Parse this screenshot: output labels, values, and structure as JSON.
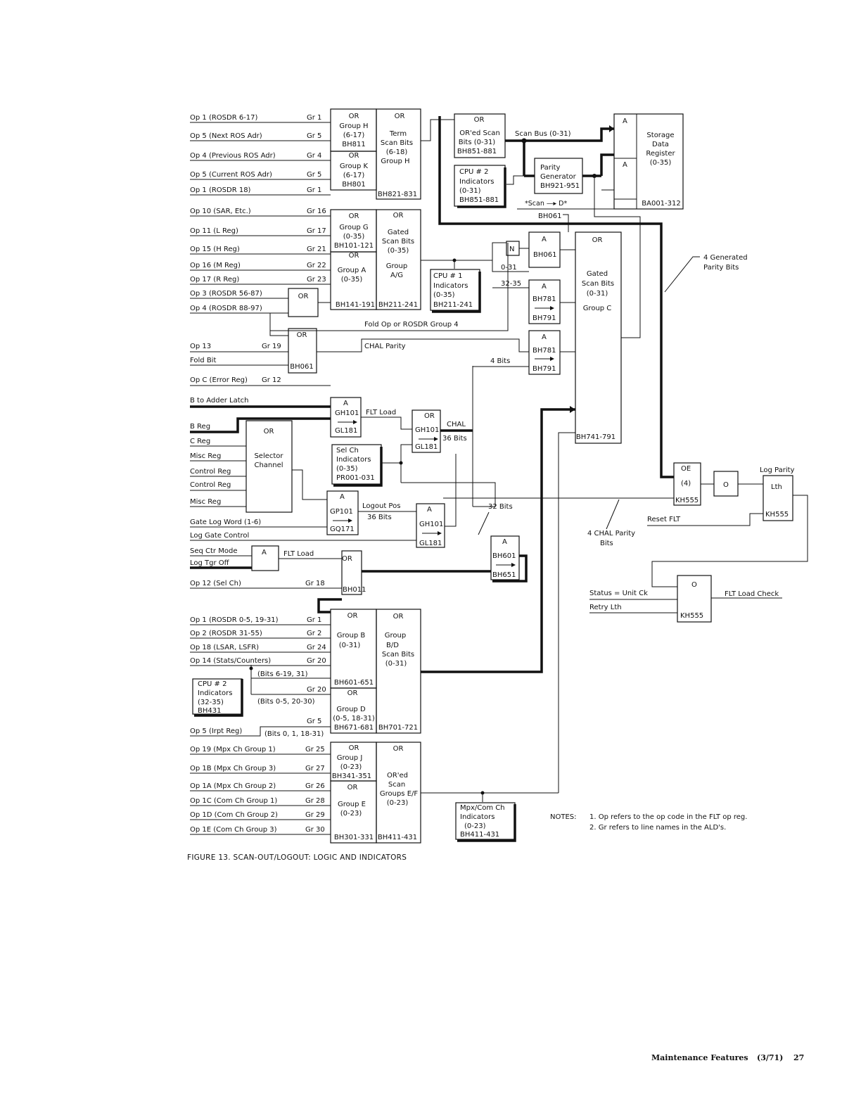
{
  "figure_caption": "FIGURE 13.  SCAN-OUT/LOGOUT:  LOGIC AND INDICATORS",
  "footer": {
    "section": "Maintenance Features",
    "date": "(3/71)",
    "page": "27"
  },
  "notes": {
    "heading": "NOTES:",
    "items": [
      "1.  Op refers to the op code in the FLT op reg.",
      "2.  Gr refers to line names in the ALD's."
    ]
  },
  "inputs_group1": [
    {
      "op": "Op 1 (ROSDR 6-17)",
      "gr": "Gr 1"
    },
    {
      "op": "Op 5 (Next ROS Adr)",
      "gr": "Gr 5"
    },
    {
      "op": "Op 4 (Previous ROS Adr)",
      "gr": "Gr 4"
    },
    {
      "op": "Op 5 (Current ROS Adr)",
      "gr": "Gr 5"
    },
    {
      "op": "Op 1 (ROSDR 18)",
      "gr": "Gr 1"
    }
  ],
  "inputs_group2": [
    {
      "op": "Op 10 (SAR, Etc.)",
      "gr": "Gr 16"
    },
    {
      "op": "Op 11 (L Reg)",
      "gr": "Gr 17"
    },
    {
      "op": "Op 15 (H Reg)",
      "gr": "Gr 21"
    },
    {
      "op": "Op 16 (M Reg)",
      "gr": "Gr 22"
    },
    {
      "op": "Op 17 (R Reg)",
      "gr": "Gr 23"
    },
    {
      "op": "Op 3 (ROSDR 56-87)",
      "gr": ""
    },
    {
      "op": "Op 4 (ROSDR 88-97)",
      "gr": ""
    }
  ],
  "inputs_group3": [
    {
      "op": "Op 13",
      "gr": "Gr 19"
    },
    {
      "op": "Fold Bit",
      "gr": ""
    },
    {
      "op": "Op C (Error Reg)",
      "gr": "Gr 12"
    }
  ],
  "inputs_group4": [
    "B to Adder Latch",
    "B Reg",
    "C Reg",
    "Misc Reg",
    "Control Reg",
    "Control Reg",
    "Misc Reg",
    "Gate Log Word (1-6)",
    "Log Gate Control",
    "Seq Ctr Mode",
    "Log Tgr Off"
  ],
  "op12": {
    "op": "Op 12 (Sel Ch)",
    "gr": "Gr 18"
  },
  "inputs_group5": [
    {
      "op": "Op 1 (ROSDR 0-5, 19-31)",
      "gr": "Gr 1"
    },
    {
      "op": "Op 2 (ROSDR 31-55)",
      "gr": "Gr 2"
    },
    {
      "op": "Op 18 (LSAR, LSFR)",
      "gr": "Gr 24"
    },
    {
      "op": "Op 14 (Stats/Counters)",
      "gr": "Gr 20"
    }
  ],
  "bits_labels": {
    "b1": "(Bits 6-19, 31)",
    "b2": "(Bits 0-5, 20-30)",
    "b3": "(Bits 0, 1, 18-31)",
    "gr20": "Gr 20",
    "gr5": "Gr 5"
  },
  "op5_irpt": "Op 5 (Irpt Reg)",
  "inputs_group6": [
    {
      "op": "Op 19 (Mpx Ch Group 1)",
      "gr": "Gr 25"
    },
    {
      "op": "Op 1B (Mpx Ch Group 3)",
      "gr": "Gr 27"
    },
    {
      "op": "Op 1A (Mpx Ch Group 2)",
      "gr": "Gr 26"
    },
    {
      "op": "Op 1C (Com Ch Group 1)",
      "gr": "Gr 28"
    },
    {
      "op": "Op 1D (Com Ch Group 2)",
      "gr": "Gr 29"
    },
    {
      "op": "Op 1E (Com Ch Group 3)",
      "gr": "Gr 30"
    }
  ],
  "blocks": {
    "groupH": [
      "OR",
      "Group H",
      "(6-17)",
      "BH811"
    ],
    "groupK": [
      "OR",
      "Group K",
      "(6-17)",
      "BH801"
    ],
    "termScan": [
      "OR",
      "Term",
      "Scan Bits",
      "(6-18)",
      "Group H",
      "BH821-831"
    ],
    "orScan": [
      "OR",
      "OR'ed Scan",
      "Bits (0-31)",
      "BH851-881"
    ],
    "scanBus": "Scan Bus (0-31)",
    "cpu2": [
      "CPU # 2",
      "Indicators",
      "(0-31)",
      "BH851-881"
    ],
    "parity": [
      "Parity",
      "Generator",
      "BH921-951"
    ],
    "sdr": [
      "Storage",
      "Data",
      "Register",
      "(0-35)",
      "BA001-312"
    ],
    "and_label": "A",
    "scanD": "*Scan —▸ D*",
    "bh061top": "BH061",
    "groupG": [
      "OR",
      "Group G",
      "(0-35)",
      "BH101-121"
    ],
    "groupA": [
      "OR",
      "Group A",
      "(0-35)",
      "BH141-191"
    ],
    "gatedAG": [
      "OR",
      "Gated",
      "Scan Bits",
      "(0-35)",
      "Group",
      "A/G",
      "BH211-241"
    ],
    "cpu1": [
      "CPU # 1",
      "Indicators",
      "(0-35)",
      "BH211-241"
    ],
    "nbox": "N",
    "a061": [
      "A",
      "BH061"
    ],
    "r031": "0-31",
    "r3235": "32-35",
    "a781_1": [
      "A",
      "BH781",
      "BH791"
    ],
    "gatedC": [
      "OR",
      "Gated",
      "Scan Bits",
      "(0-31)",
      "Group C",
      "BH741-791"
    ],
    "gen4": [
      "4 Generated",
      "Parity Bits"
    ],
    "orSmall": "OR",
    "foldOp": "Fold Op or ROSDR Group 4",
    "chalParity": "CHAL Parity",
    "or061": [
      "OR",
      "BH061"
    ],
    "a781_2": [
      "A",
      "BH781",
      "BH791"
    ],
    "bits4": "4 Bits",
    "gh101a": [
      "A",
      "GH101",
      "GL181"
    ],
    "fltLoad1": "FLT Load",
    "orGh": [
      "OR",
      "GH101",
      "GL181"
    ],
    "chal": [
      "CHAL",
      "36 Bits"
    ],
    "selCh": [
      "OR",
      "Selector",
      "Channel"
    ],
    "selInd": [
      "Sel Ch",
      "Indicators",
      "(0-35)",
      "PR001-031"
    ],
    "gp101": [
      "A",
      "GP101",
      "GQ171"
    ],
    "logoutPos": [
      "Logout Pos",
      "36 Bits"
    ],
    "gh101b": [
      "A",
      "GH101",
      "GL181"
    ],
    "bits32": "32 Bits",
    "bh601": [
      "A",
      "BH601",
      "BH651"
    ],
    "aSeq": "A",
    "fltLoad2": "FLT Load",
    "bh011": [
      "OR",
      "BH011"
    ],
    "oe": [
      "OE",
      "(4)",
      "KH555"
    ],
    "oBox": "O",
    "logParity": [
      "Log Parity",
      "Lth",
      "KH555"
    ],
    "resetFlt": "Reset FLT",
    "chal4": [
      "4 CHAL Parity",
      "Bits"
    ],
    "status": [
      "Status = Unit Ck",
      "Retry Lth"
    ],
    "o2": [
      "O",
      "KH555"
    ],
    "fltCheck": "FLT Load Check",
    "groupB": [
      "OR",
      "Group B",
      "(0-31)",
      "BH601-651"
    ],
    "groupD": [
      "OR",
      "Group D",
      "(0-5, 18-31)",
      "BH671-681"
    ],
    "groupBD": [
      "OR",
      "Group",
      "B/D",
      "Scan Bits",
      "(0-31)",
      "BH701-721"
    ],
    "cpu2b": [
      "CPU # 2",
      "Indicators",
      "(32-35)",
      "BH431"
    ],
    "groupJ": [
      "OR",
      "Group J",
      "(0-23)",
      "BH341-351"
    ],
    "groupE": [
      "OR",
      "Group E",
      "(0-23)",
      "BH301-331"
    ],
    "groupEF": [
      "OR",
      "OR'ed",
      "Scan",
      "Groups E/F",
      "(0-23)",
      "BH411-431"
    ],
    "mpxInd": [
      "Mpx/Com Ch",
      "Indicators",
      "(0-23)",
      "BH411-431"
    ]
  }
}
